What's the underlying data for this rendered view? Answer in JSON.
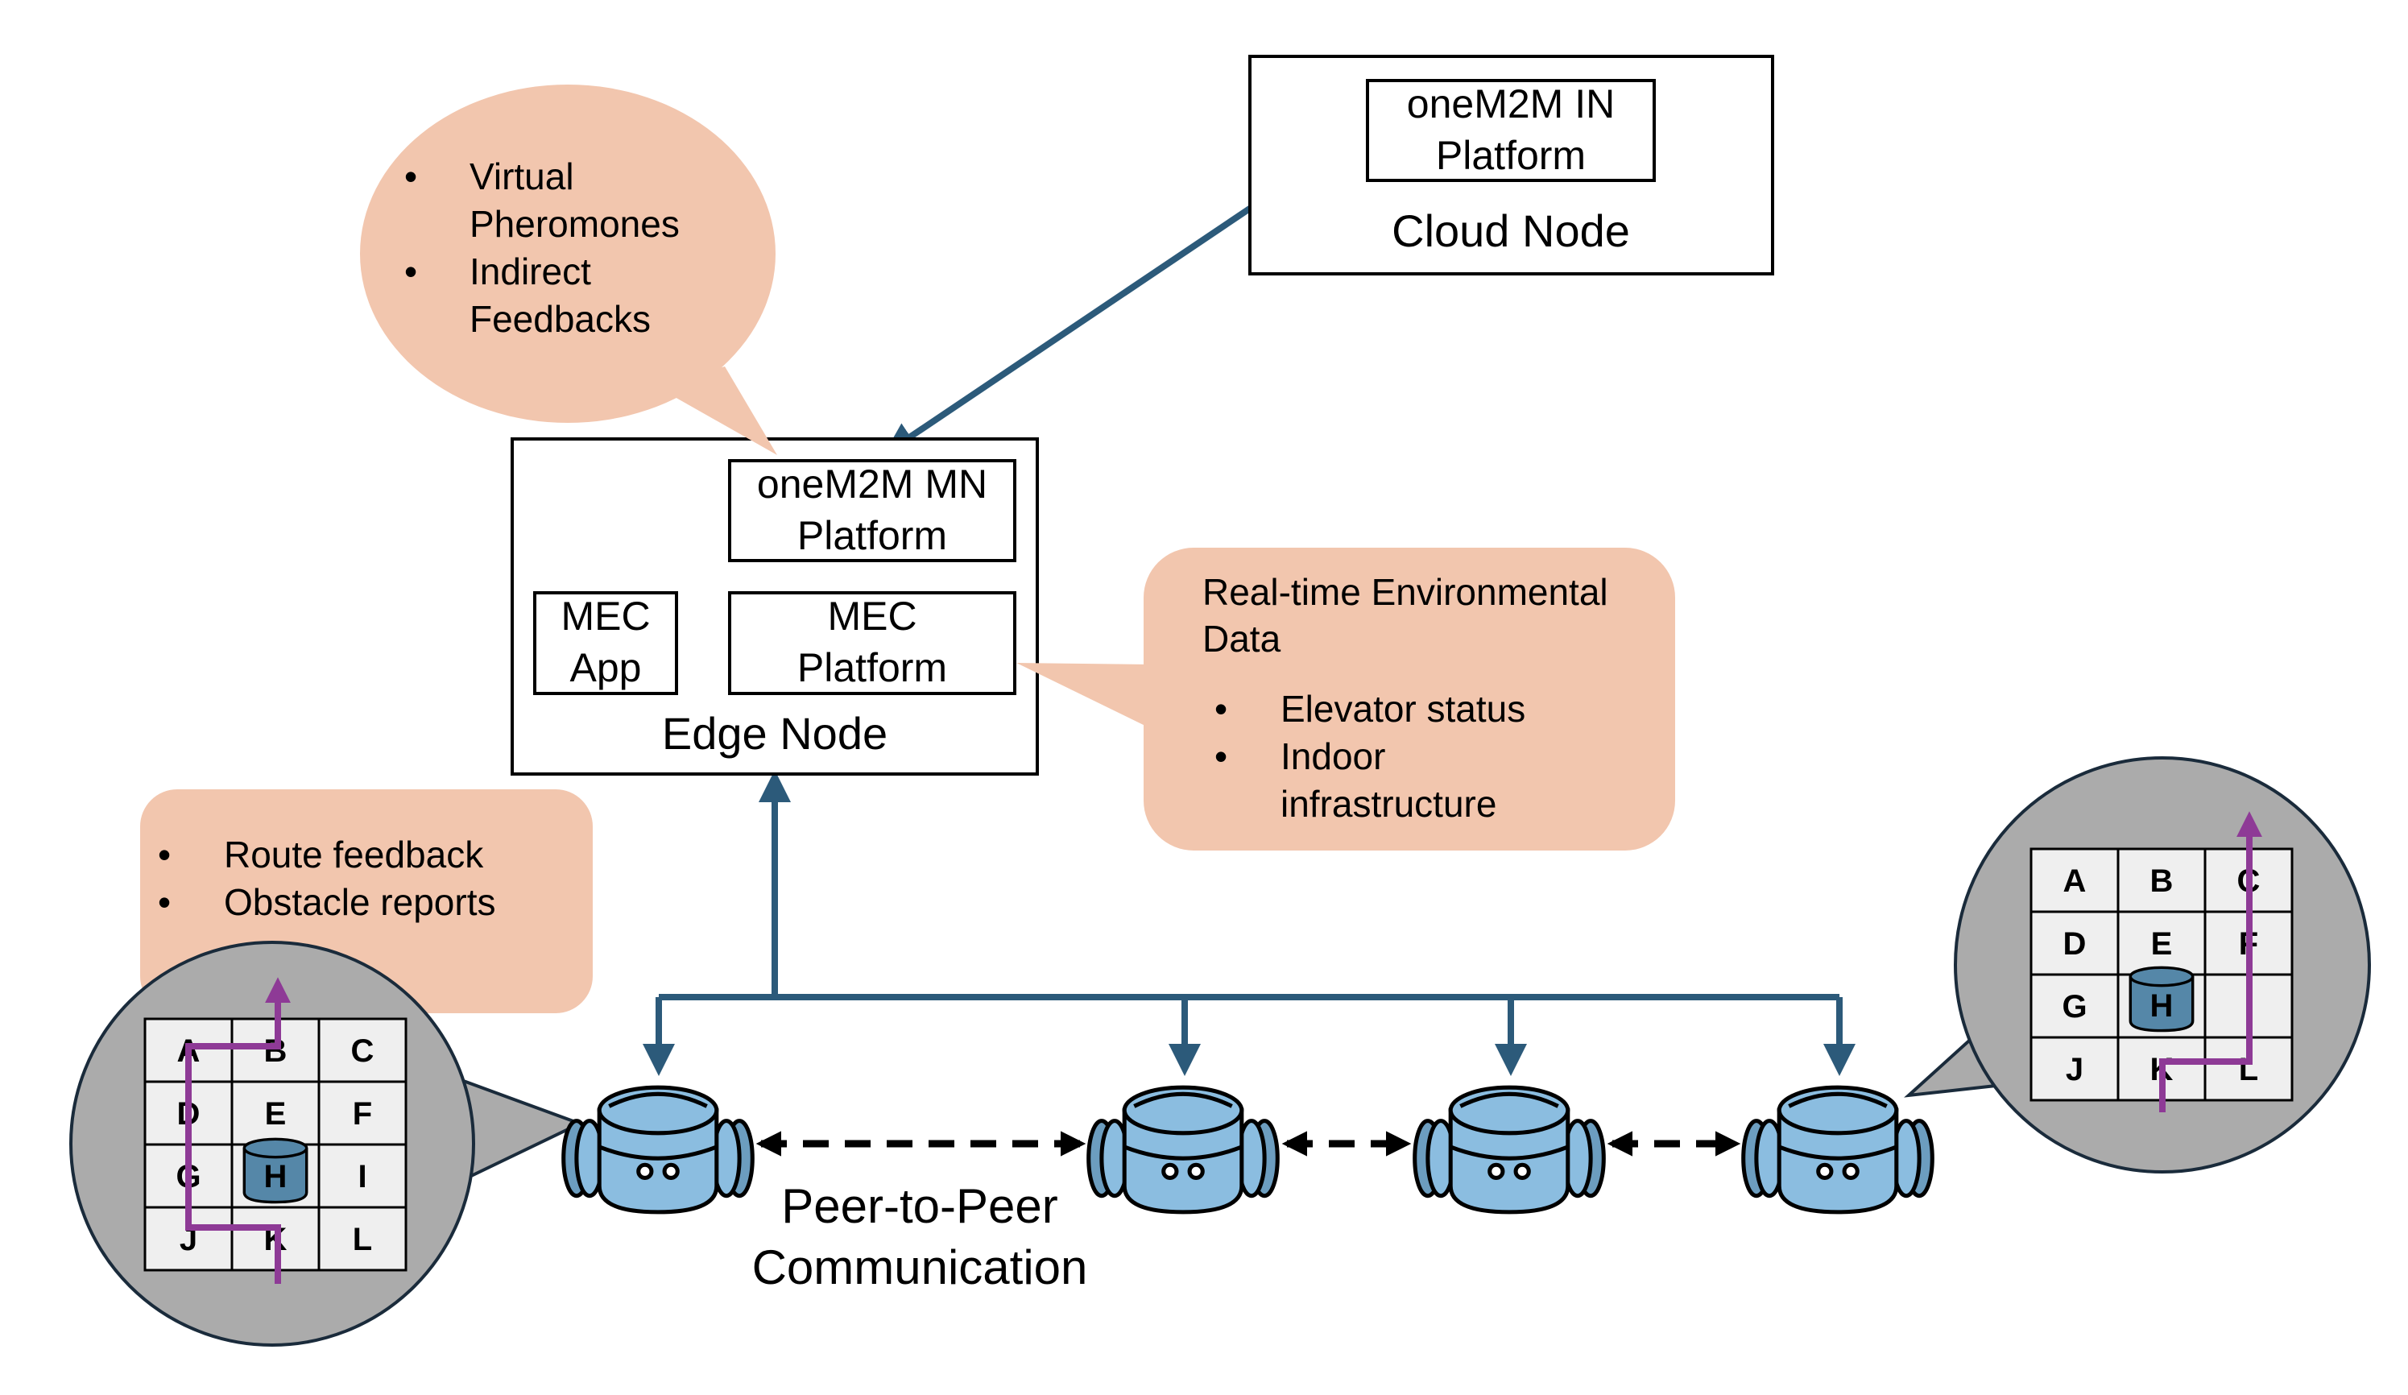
{
  "cloud_node": {
    "label": "Cloud Node",
    "platform_line1": "oneM2M IN",
    "platform_line2": "Platform"
  },
  "edge_node": {
    "label": "Edge Node",
    "mn_platform_line1": "oneM2M MN",
    "mn_platform_line2": "Platform",
    "mec_platform_line1": "MEC",
    "mec_platform_line2": "Platform",
    "mec_app_line1": "MEC",
    "mec_app_line2": "App"
  },
  "callouts": {
    "pheromones": {
      "bullet": "•",
      "item1_line1": "Virtual",
      "item1_line2": "Pheromones",
      "item2_line1": "Indirect",
      "item2_line2": "Feedbacks"
    },
    "environment": {
      "header_line1": "Real-time Environmental",
      "header_line2": "Data",
      "bullet": "•",
      "item1": "Elevator status",
      "item2_line1": "Indoor",
      "item2_line2": "infrastructure"
    },
    "reports": {
      "bullet": "•",
      "item1": "Route feedback",
      "item2": "Obstacle reports"
    }
  },
  "p2p": {
    "line1": "Peer-to-Peer",
    "line2": "Communication"
  },
  "grid": {
    "cells": [
      "A",
      "B",
      "C",
      "D",
      "E",
      "F",
      "G",
      "",
      "I",
      "J",
      "K",
      "L"
    ],
    "hub_label": "H"
  },
  "colors": {
    "connector": "#2c5a7a",
    "callout_fill": "#f2c6ae",
    "map_bubble_fill": "#ababab",
    "robot_body": "#8bbde0",
    "route": "#8e3a96",
    "hub": "#5587a8"
  }
}
